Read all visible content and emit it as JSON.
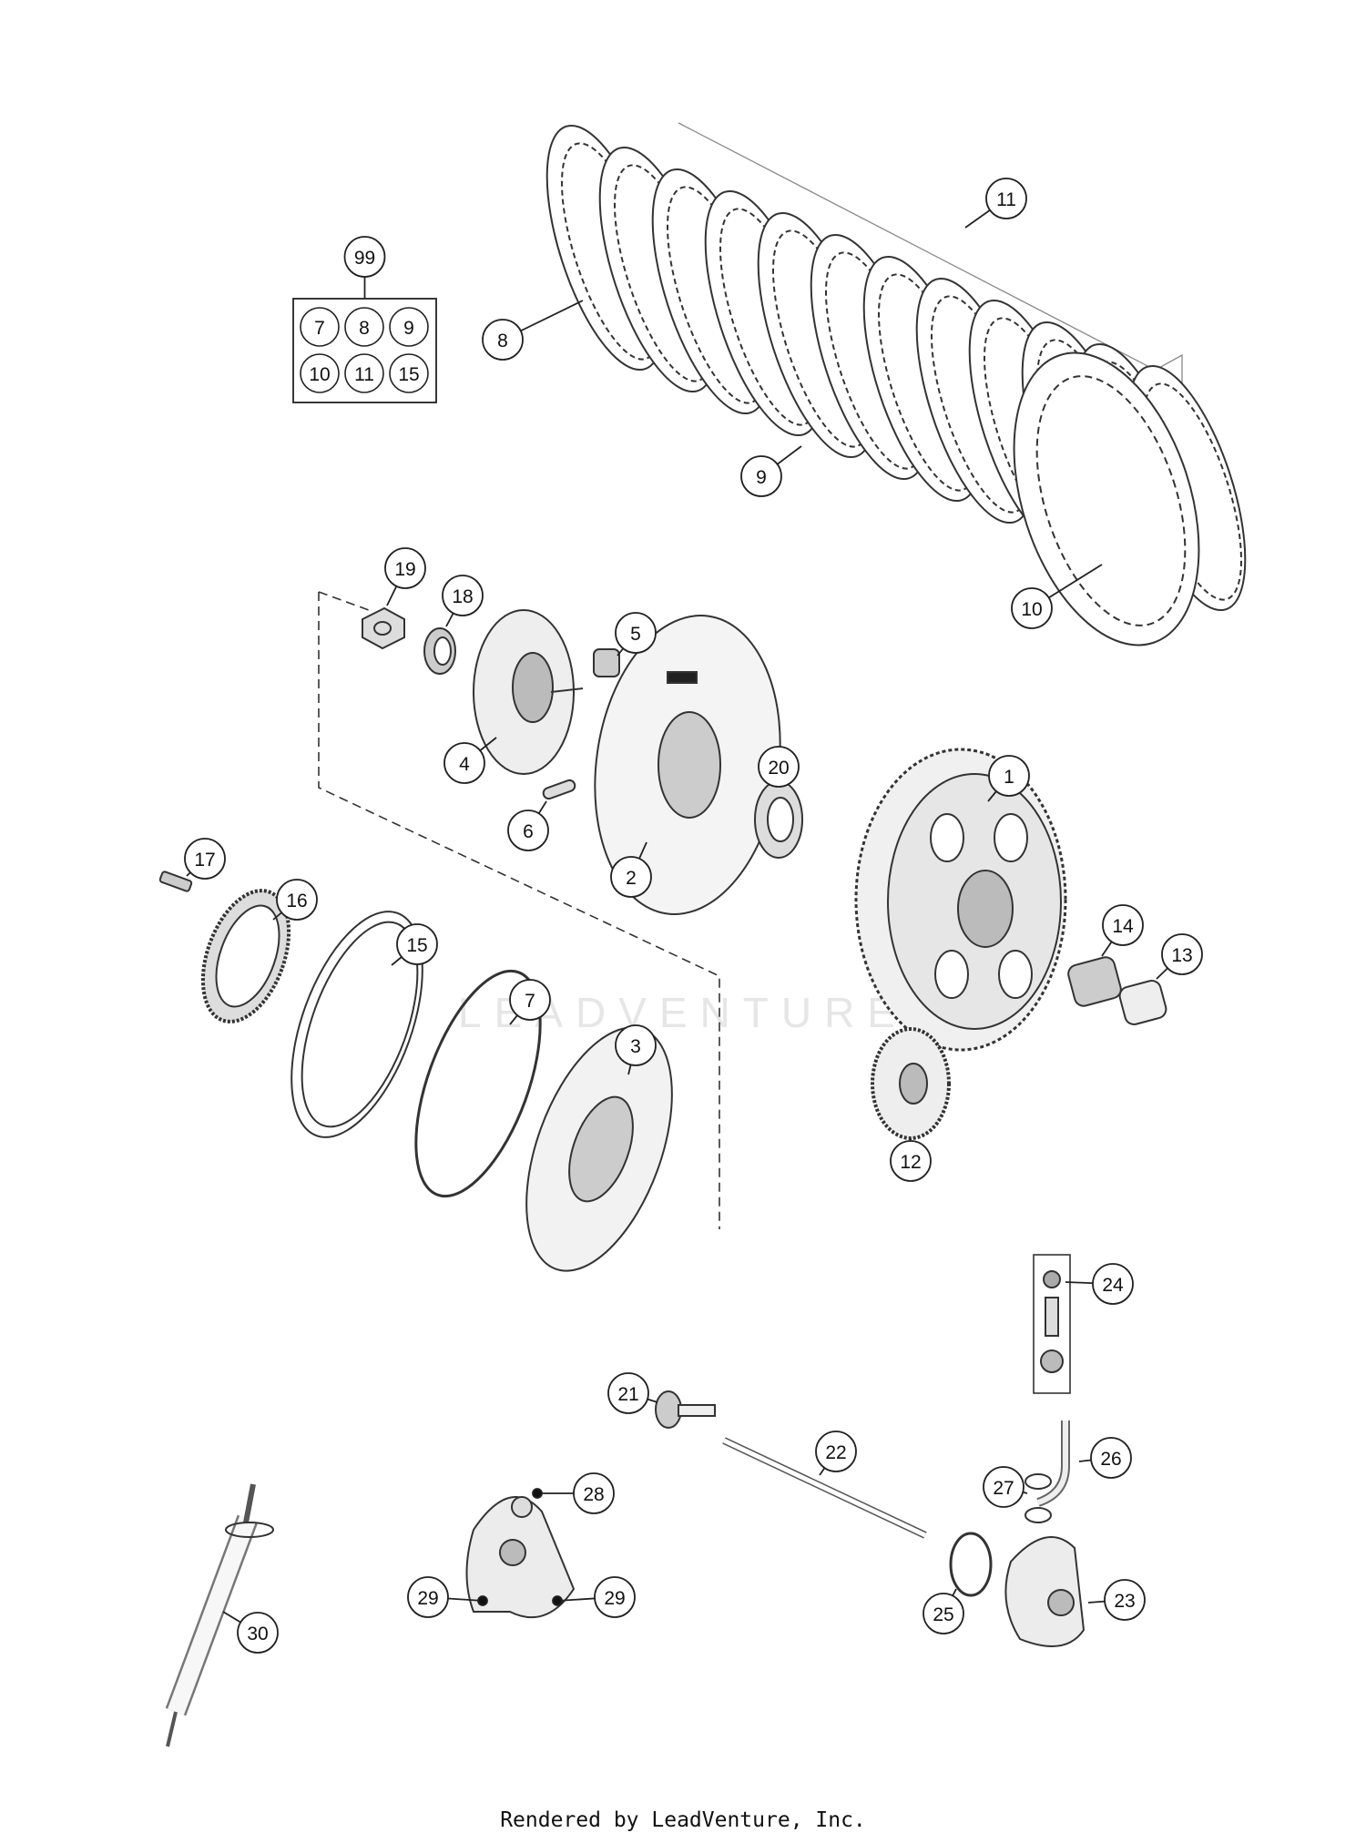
{
  "watermark_text": "LEADVENTURE",
  "footer_text": "Rendered by LeadVenture, Inc.",
  "kit": {
    "label": "99",
    "contents": [
      "7",
      "8",
      "9",
      "10",
      "11",
      "15"
    ]
  },
  "callouts": [
    {
      "id": "part-1",
      "label": "1"
    },
    {
      "id": "part-2",
      "label": "2"
    },
    {
      "id": "part-3",
      "label": "3"
    },
    {
      "id": "part-4",
      "label": "4"
    },
    {
      "id": "part-5",
      "label": "5"
    },
    {
      "id": "part-6",
      "label": "6"
    },
    {
      "id": "part-7",
      "label": "7"
    },
    {
      "id": "part-8",
      "label": "8"
    },
    {
      "id": "part-9",
      "label": "9"
    },
    {
      "id": "part-10",
      "label": "10"
    },
    {
      "id": "part-11",
      "label": "11"
    },
    {
      "id": "part-12",
      "label": "12"
    },
    {
      "id": "part-13",
      "label": "13"
    },
    {
      "id": "part-14",
      "label": "14"
    },
    {
      "id": "part-15",
      "label": "15"
    },
    {
      "id": "part-16",
      "label": "16"
    },
    {
      "id": "part-17",
      "label": "17"
    },
    {
      "id": "part-18",
      "label": "18"
    },
    {
      "id": "part-19",
      "label": "19"
    },
    {
      "id": "part-20",
      "label": "20"
    },
    {
      "id": "part-21",
      "label": "21"
    },
    {
      "id": "part-22",
      "label": "22"
    },
    {
      "id": "part-23",
      "label": "23"
    },
    {
      "id": "part-24",
      "label": "24"
    },
    {
      "id": "part-25",
      "label": "25"
    },
    {
      "id": "part-26",
      "label": "26"
    },
    {
      "id": "part-27",
      "label": "27"
    },
    {
      "id": "part-28",
      "label": "28"
    },
    {
      "id": "part-29a",
      "label": "29"
    },
    {
      "id": "part-29b",
      "label": "29"
    },
    {
      "id": "part-30",
      "label": "30"
    }
  ]
}
